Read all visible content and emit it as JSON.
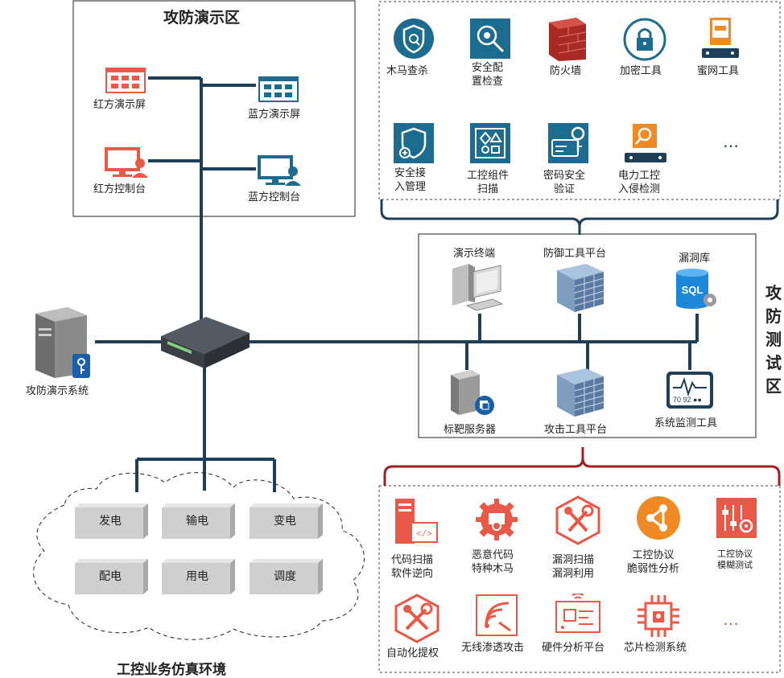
{
  "zones": {
    "demo": {
      "title": "攻防演示区"
    },
    "test": {
      "title": "攻防测试区"
    },
    "biz": {
      "title": "工控业务仿真环境"
    }
  },
  "demo": {
    "red_screen": "红方演示屏",
    "blue_screen": "蓝方演示屏",
    "red_console": "红方控制台",
    "blue_console": "蓝方控制台"
  },
  "center": {
    "system": "攻防演示系统"
  },
  "test": {
    "terminal": "演示终端",
    "defense_platform": "防御工具平台",
    "vuln_db": "漏洞库",
    "target_server": "标靶服务器",
    "attack_platform": "攻击工具平台",
    "monitor_tool": "系统监测工具",
    "monitor_readout": "70 92 ●●",
    "vuln_db_badge": "SQL"
  },
  "defense_tools": [
    {
      "line1": "木马查杀",
      "line2": ""
    },
    {
      "line1": "安全配",
      "line2": "置检查"
    },
    {
      "line1": "防火墙",
      "line2": ""
    },
    {
      "line1": "加密工具",
      "line2": ""
    },
    {
      "line1": "蜜网工具",
      "line2": ""
    },
    {
      "line1": "安全接",
      "line2": "入管理"
    },
    {
      "line1": "工控组件",
      "line2": "扫描"
    },
    {
      "line1": "密码安全",
      "line2": "验证"
    },
    {
      "line1": "电力工控",
      "line2": "入侵检测"
    },
    {
      "line1": "…",
      "line2": ""
    }
  ],
  "attack_tools": [
    {
      "line1": "代码扫描",
      "line2": "软件逆向"
    },
    {
      "line1": "恶意代码",
      "line2": "特种木马"
    },
    {
      "line1": "漏洞扫描",
      "line2": "漏洞利用"
    },
    {
      "line1": "工控协议",
      "line2": "脆弱性分析"
    },
    {
      "line1": "工控协议",
      "line2": "模糊测试"
    },
    {
      "line1": "自动化提权",
      "line2": ""
    },
    {
      "line1": "无线渗透攻击",
      "line2": ""
    },
    {
      "line1": "硬件分析平台",
      "line2": ""
    },
    {
      "line1": "芯片检测系统",
      "line2": ""
    },
    {
      "line1": "…",
      "line2": ""
    }
  ],
  "biz": {
    "blocks": [
      "发电",
      "输电",
      "变电",
      "配电",
      "用电",
      "调度"
    ]
  },
  "colors": {
    "navy": "#1f3e58",
    "teal": "#1b6c8e",
    "red": "#e8594a",
    "dark_red": "#a01f1f",
    "orange": "#f08a24"
  }
}
